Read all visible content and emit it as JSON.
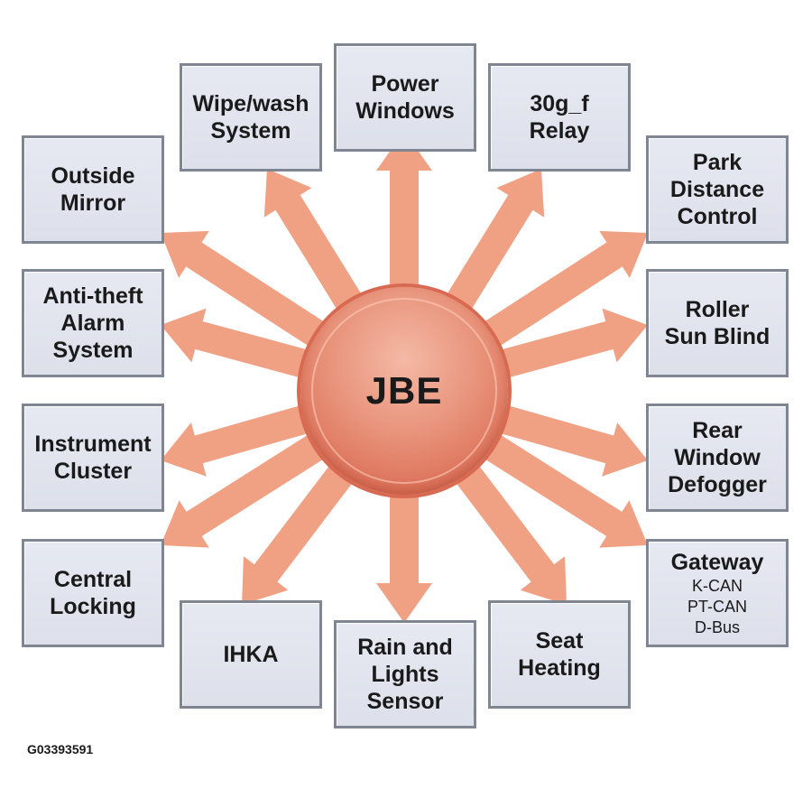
{
  "hub": {
    "label": "JBE"
  },
  "modules": [
    {
      "id": "power-windows",
      "label": "Power\nWindows",
      "sub": ""
    },
    {
      "id": "relay",
      "label": "30g_f\nRelay",
      "sub": ""
    },
    {
      "id": "park-distance-control",
      "label": "Park\nDistance\nControl",
      "sub": ""
    },
    {
      "id": "roller-sun-blind",
      "label": "Roller\nSun Blind",
      "sub": ""
    },
    {
      "id": "rear-window-defogger",
      "label": "Rear\nWindow\nDefogger",
      "sub": ""
    },
    {
      "id": "gateway",
      "label": "Gateway",
      "sub": "K-CAN\nPT-CAN\nD-Bus"
    },
    {
      "id": "seat-heating",
      "label": "Seat\nHeating",
      "sub": ""
    },
    {
      "id": "rain-lights-sensor",
      "label": "Rain and\nLights\nSensor",
      "sub": ""
    },
    {
      "id": "ihka",
      "label": "IHKA",
      "sub": ""
    },
    {
      "id": "central-locking",
      "label": "Central\nLocking",
      "sub": ""
    },
    {
      "id": "instrument-cluster",
      "label": "Instrument\nCluster",
      "sub": ""
    },
    {
      "id": "anti-theft-alarm",
      "label": "Anti-theft\nAlarm\nSystem",
      "sub": ""
    },
    {
      "id": "outside-mirror",
      "label": "Outside\nMirror",
      "sub": ""
    },
    {
      "id": "wipe-wash",
      "label": "Wipe/wash\nSystem",
      "sub": ""
    }
  ],
  "figure_id": "G03393591",
  "colors": {
    "arrow": "#f0a184",
    "hub": "#dc7058",
    "box_fill": "#e3e6ef",
    "box_border": "#7f8591"
  }
}
